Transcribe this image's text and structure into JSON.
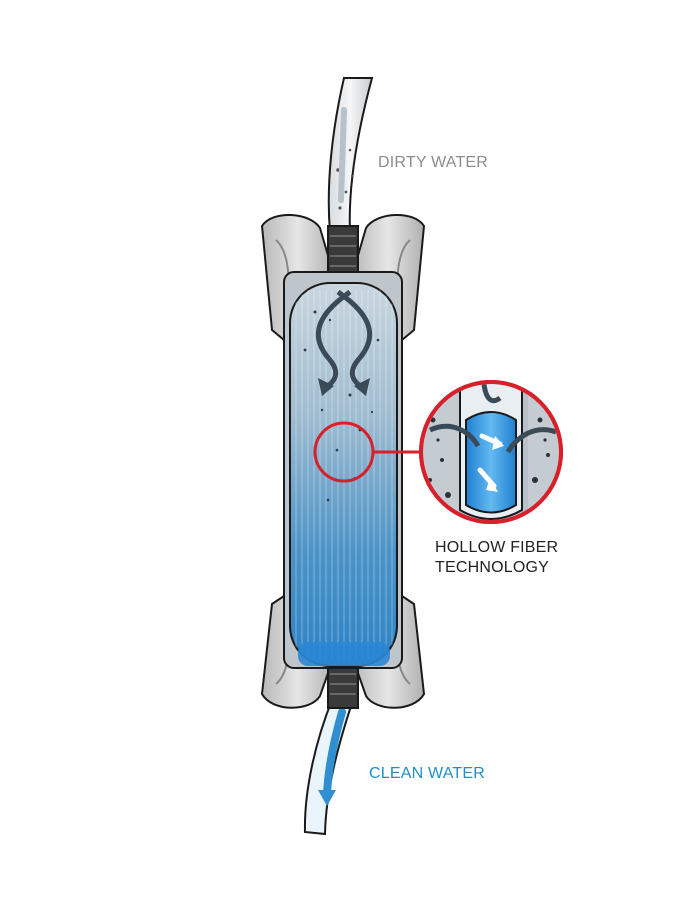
{
  "labels": {
    "dirty_water": "DIRTY WATER",
    "clean_water": "CLEAN WATER",
    "hollow_fiber_line1": "HOLLOW FIBER",
    "hollow_fiber_line2": "TECHNOLOGY"
  },
  "colors": {
    "dirty_label": "#8c8c8c",
    "clean_label": "#1f8fc7",
    "callout_ring": "#d7202a",
    "water_blue": "#2f8fd0",
    "housing_gray": "#cfcfcf",
    "outline": "#1a1a1a"
  },
  "icons": {
    "flow_arrows": "curved-arrow-icon",
    "outlet_arrow": "down-arrow-icon"
  }
}
